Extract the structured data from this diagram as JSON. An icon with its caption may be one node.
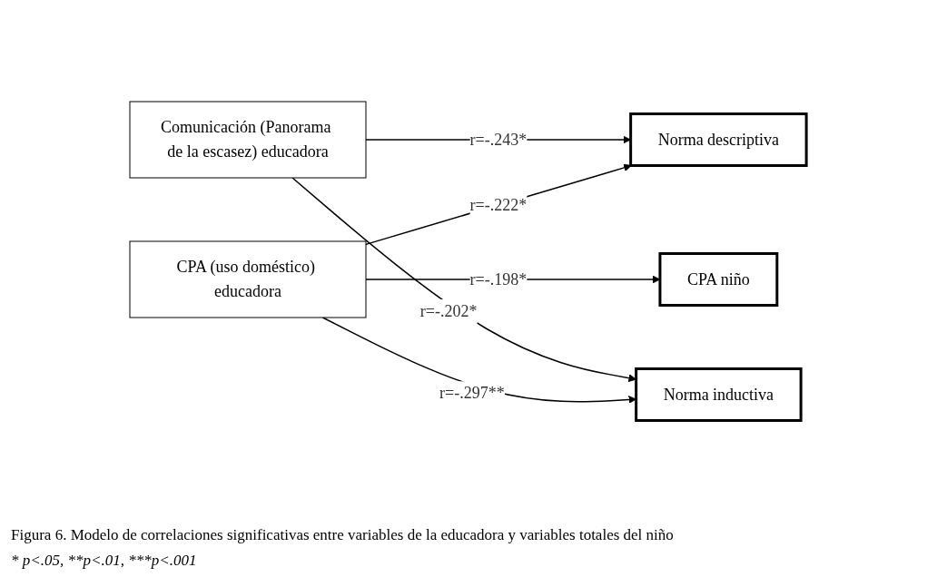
{
  "diagram": {
    "caption": "Figura 6. Modelo de correlaciones significativas entre variables de la educadora y variables totales del niño",
    "nodes": [
      {
        "text": [
          "CPA (uso doméstico) educadora"
        ]
      },
      {
        "text": [
          "Norma descriptiva"
        ]
      },
      {
        "text": [
          "Norma inductiva"
        ]
      },
      {
        "text": [
          "Comunicación (Panorama de la escasez) educadora"
        ]
      },
      {
        "text": [
          "CPA niño"
        ]
      }
    ],
    "edges": [
      {
        "from": 0,
        "to": 1,
        "arrow": "to",
        "label": "r=-.222*"
      },
      {
        "from": 0,
        "to": 2,
        "arrow": "to",
        "label": "r=-.297**"
      },
      {
        "from": 0,
        "to": 4,
        "arrow": "to",
        "label": "r=-.198*"
      },
      {
        "from": 3,
        "to": 1,
        "arrow": "to",
        "label": "r=-.243*"
      },
      {
        "from": 3,
        "to": 2,
        "arrow": "to",
        "label": "r=-.202*"
      }
    ],
    "labels": [
      "* p<.05, **p<.01, ***p<.001"
    ]
  }
}
